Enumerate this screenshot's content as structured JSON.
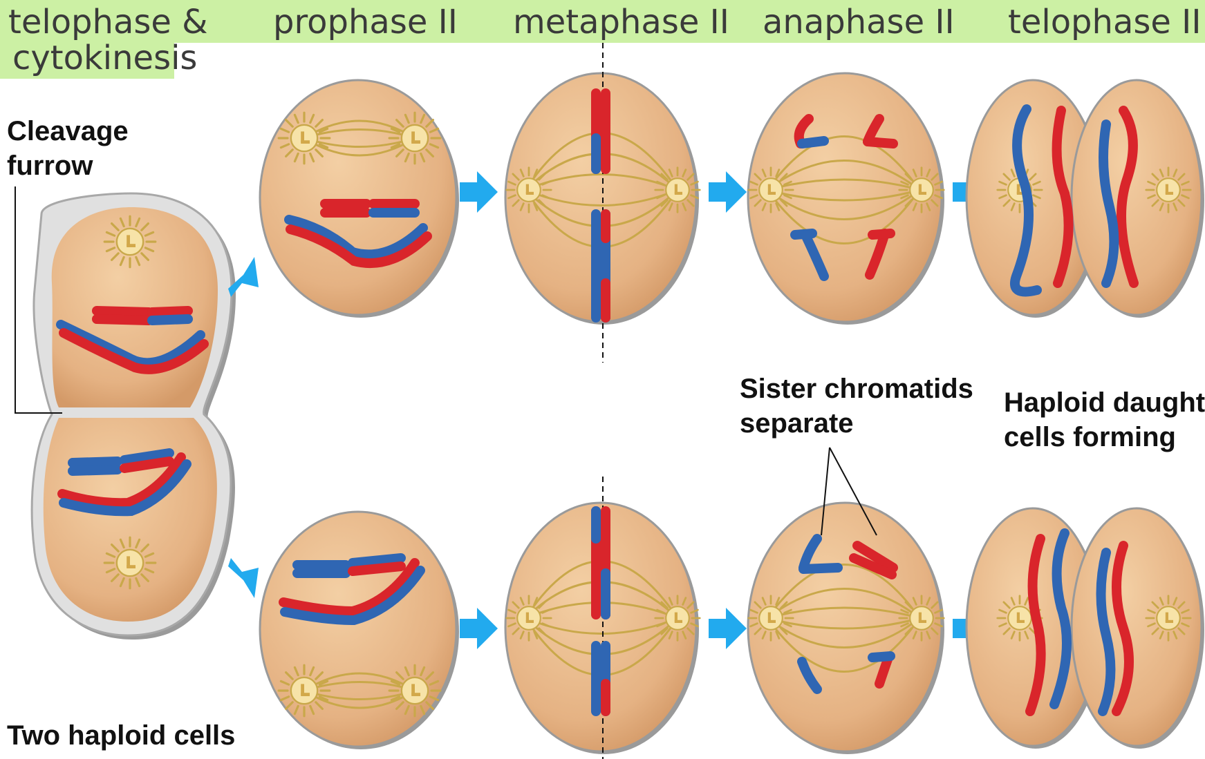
{
  "stages": [
    {
      "label_line1": "telophase &",
      "label_line2": "cytokinesis"
    },
    {
      "label": "prophase II"
    },
    {
      "label": "metaphase II"
    },
    {
      "label": "anaphase II"
    },
    {
      "label": "telophase II"
    }
  ],
  "annotations": {
    "cleavage_furrow_line1": "Cleavage",
    "cleavage_furrow_line2": "furrow",
    "sister_chromatids_line1": "Sister chromatids",
    "sister_chromatids_line2": "separate",
    "haploid_daughter_line1": "Haploid daughter",
    "haploid_daughter_line2": "cells forming",
    "two_haploid_cells": "Two haploid cells"
  },
  "colors": {
    "header_bg": "#ccf0a4",
    "cell_fill": "#e8b98a",
    "cell_rim": "#b0b0b0",
    "spindle": "#c9a84a",
    "chromosome_red": "#d9252b",
    "chromosome_blue": "#2f66b3",
    "arrow": "#22aaee"
  }
}
